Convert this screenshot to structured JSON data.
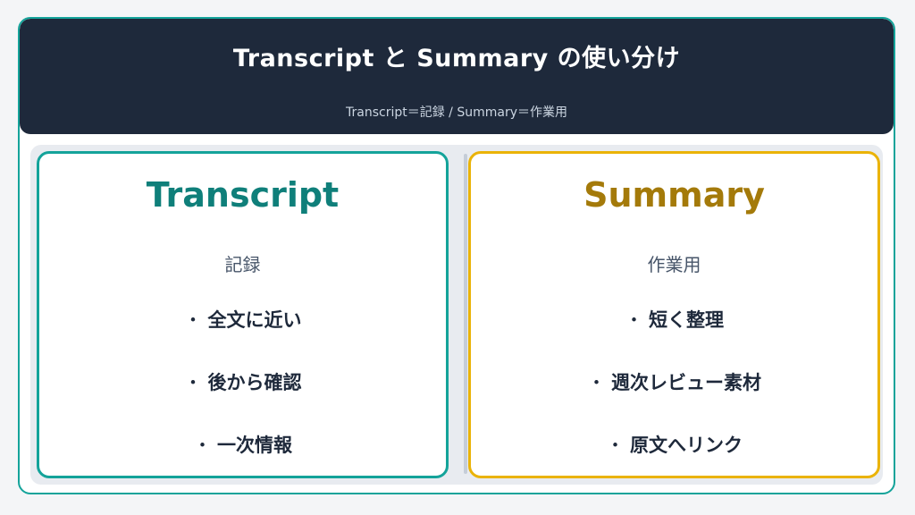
{
  "header": {
    "title": "Transcript と Summary の使い分け",
    "subtitle": "Transcript＝記録 / Summary＝作業用"
  },
  "left_card": {
    "title": "Transcript",
    "subtitle": "記録",
    "bullet": "・",
    "items": [
      "全文に近い",
      "後から確認",
      "一次情報"
    ]
  },
  "right_card": {
    "title": "Summary",
    "subtitle": "作業用",
    "bullet": "・",
    "items": [
      "短く整理",
      "週次レビュー素材",
      "原文へリンク"
    ]
  },
  "colors": {
    "header_bg": "#1e293b",
    "transcript_accent": "#14a39a",
    "summary_accent": "#eab308"
  }
}
